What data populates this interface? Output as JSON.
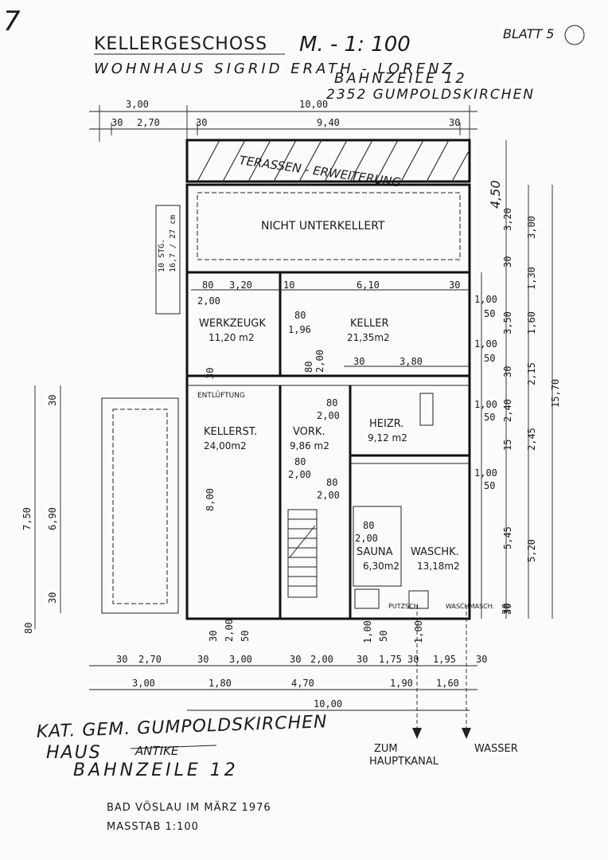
{
  "sheet": {
    "page_mark": "7",
    "sheet_no": "BLATT 5",
    "title": "KELLERGESCHOSS",
    "scale_note": "M. - 1: 100",
    "owner": "WOHNHAUS SIGRID ERATH - LORENZ",
    "address_street": "BAHNZEILE 12",
    "address_city": "2352 GUMPOLDSKIRCHEN"
  },
  "rooms": {
    "terrace": "TERASSEN - ERWEITERUNG",
    "not_basement": "NICHT UNTERKELLERT",
    "workshop_name": "WERKZEUGK",
    "workshop_area": "11,20 m2",
    "cellar_name": "KELLER",
    "cellar_area": "21,35m2",
    "storage_name": "KELLERST.",
    "storage_area": "24,00m2",
    "vestibule_name": "VORK.",
    "vestibule_area": "9,86 m2",
    "heating_name": "HEIZR.",
    "heating_area": "9,12 m2",
    "sauna_name": "SAUNA",
    "sauna_area": "6,30m2",
    "laundry_name": "WASCHK.",
    "laundry_area": "13,18m2",
    "ventilation": "ENTLÜFTUNG",
    "drain_label": "PUTZSCH.",
    "washer_label": "WASCHMASCH."
  },
  "dims_top": {
    "d1": "3,00",
    "d2": "10,00",
    "d3": "30",
    "d4": "2,70",
    "d5": "30",
    "d6": "9,40",
    "d7": "30"
  },
  "dims_inner": {
    "a": "80",
    "b": "3,20",
    "c": "10",
    "d": "6,10",
    "e": "30",
    "f": "2,00",
    "g": "80",
    "h": "1,96",
    "i": "80",
    "j": "2,00",
    "k": "30",
    "l": "3,80",
    "m": "80",
    "n": "2,00",
    "o": "80",
    "p": "2,00",
    "q": "80",
    "r": "2,00",
    "s": "80",
    "t": "2,00",
    "u": "30",
    "v": "8,00"
  },
  "dims_right": {
    "r1": "4,50",
    "r2": "3,20",
    "r3": "3,00",
    "r4": "30",
    "r5": "1,00",
    "r6": "1,30",
    "r7": "50",
    "r8": "3,50",
    "r9": "1,60",
    "r10": "1,00",
    "r11": "50",
    "r12": "30",
    "r13": "2,15",
    "r14": "1,00",
    "r15": "15,70",
    "r16": "50",
    "r17": "2,40",
    "r18": "15",
    "r19": "2,45",
    "r20": "1,00",
    "r21": "50",
    "r22": "5,45",
    "r23": "5,20",
    "r24": "30"
  },
  "dims_left": {
    "l1": "30",
    "l2": "6,90",
    "l3": "7,50",
    "l4": "30",
    "l5": "80",
    "st1": "10 STG.",
    "st2": "16,7 / 27 cm"
  },
  "dims_bottom": {
    "b1": "30",
    "b2": "2,00",
    "b3": "50",
    "b4": "1,00",
    "b5": "50",
    "b6": "1,00",
    "b7": "30",
    "c1": "30",
    "c2": "2,70",
    "c3": "30",
    "c4": "3,00",
    "c5": "30",
    "c6": "2,00",
    "c7": "30",
    "c8": "1,75",
    "c9": "30",
    "c10": "1,95",
    "c11": "30",
    "e1": "3,00",
    "e2": "1,80",
    "e3": "4,70",
    "e4": "1,90",
    "e5": "1,60",
    "total": "10,00"
  },
  "footer": {
    "kat1": "KAT. GEM. GUMPOLDSKIRCHEN",
    "kat2": "HAUS",
    "kat2_struck": "ANTIKE",
    "kat3": "BAHNZEILE 12",
    "canal": "ZUM",
    "canal2": "HAUPTKANAL",
    "water": "WASSER",
    "place": "BAD VÖSLAU IM MÄRZ 1976",
    "massstab": "MASSTAB 1:100"
  }
}
